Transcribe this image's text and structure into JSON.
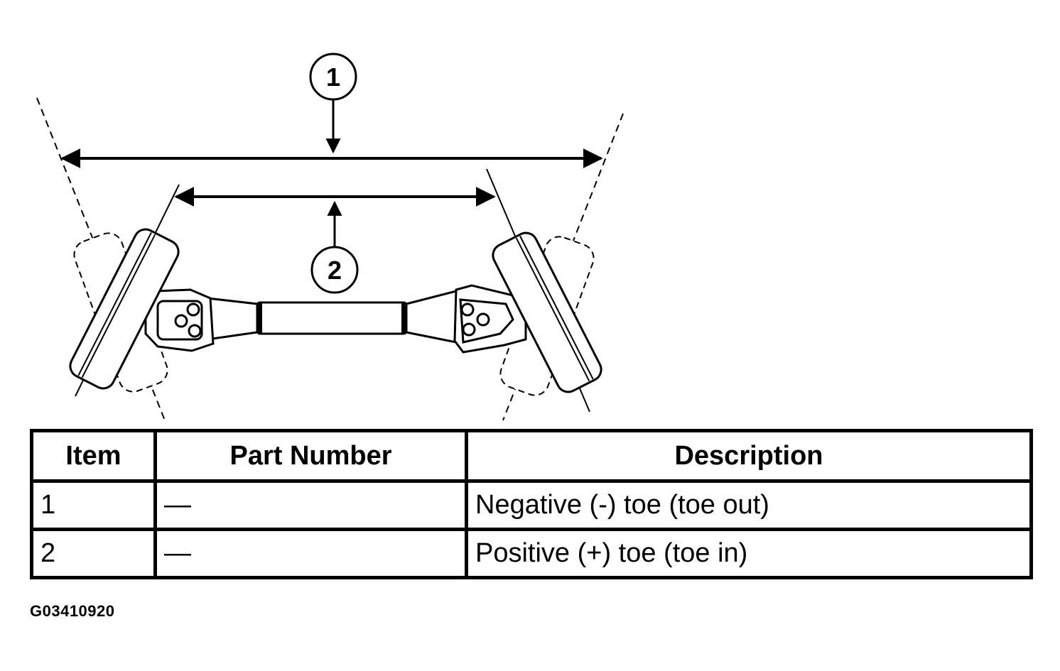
{
  "diagram": {
    "callouts": [
      "1",
      "2"
    ]
  },
  "table": {
    "headers": [
      "Item",
      "Part Number",
      "Description"
    ],
    "rows": [
      {
        "item": "1",
        "part_number": "—",
        "description": "Negative (-) toe (toe out)"
      },
      {
        "item": "2",
        "part_number": "—",
        "description": "Positive (+) toe (toe in)"
      }
    ]
  },
  "figure_code": "G03410920"
}
